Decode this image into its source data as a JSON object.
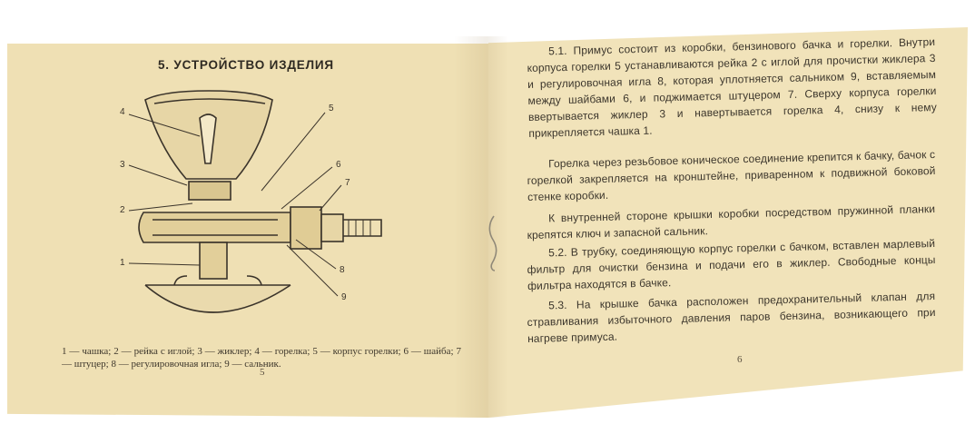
{
  "left_page": {
    "title": "5. УСТРОЙСТВО ИЗДЕЛИЯ",
    "callouts": [
      "4",
      "5",
      "6",
      "7",
      "3",
      "2",
      "1",
      "8",
      "9"
    ],
    "caption": "1 — чашка; 2 — рейка с иглой; 3 — жиклер; 4 — горелка; 5 — корпус горелки; 6 — шайба; 7 — штуцер; 8 — регулировочная игла; 9 — сальник.",
    "page_number": "5"
  },
  "right_page": {
    "paragraphs": [
      "5.1. Примус состоит из коробки, бензинового бачка и горелки. Внутри корпуса горелки 5 устанавливаются рейка 2 с иглой для прочистки жиклера 3 и регулировочная игла 8, которая уплотняется сальником 9, вставляемым между шайбами 6, и поджимается штуцером 7. Сверху корпуса горелки ввертывается жиклер 3 и навертывается горелка 4, снизу к нему прикрепляется чашка 1.",
      "Горелка через резьбовое коническое соединение крепится к бачку, бачок с горелкой закрепляется на кронштейне, приваренном к подвижной боковой стенке коробки.",
      "К внутренней стороне крышки коробки посредством пружинной планки крепятся ключ и запасной сальник.",
      "5.2. В трубку, соединяющую корпус горелки с бачком, вставлен марлевый фильтр для очистки бензина и подачи его в жиклер. Свободные концы фильтра находятся в бачке.",
      "5.3. На крышке бачка расположен предохранительный клапан для стравливания избыточного давления паров бензина, возникающего при нагреве примуса."
    ],
    "page_number": "6"
  }
}
